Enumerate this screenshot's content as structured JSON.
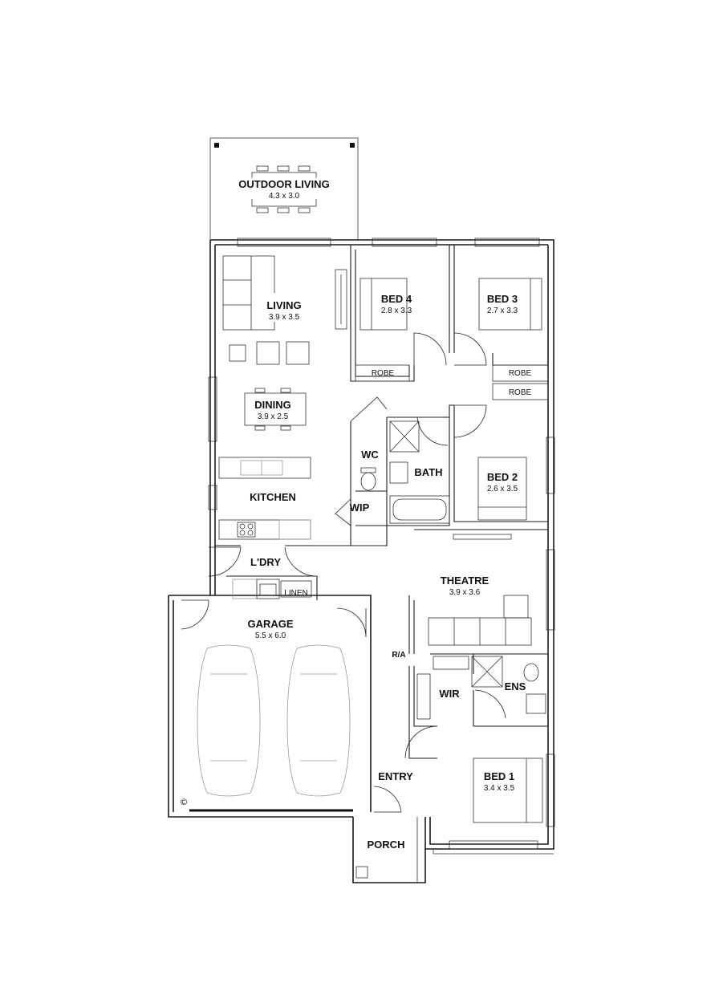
{
  "rooms": {
    "outdoor_living": {
      "name": "OUTDOOR LIVING",
      "size": "4.3 x 3.0"
    },
    "living": {
      "name": "LIVING",
      "size": "3.9 x 3.5"
    },
    "bed4": {
      "name": "BED 4",
      "size": "2.8 x 3.3"
    },
    "bed3": {
      "name": "BED 3",
      "size": "2.7 x 3.3"
    },
    "dining": {
      "name": "DINING",
      "size": "3.9 x 2.5"
    },
    "wc": {
      "name": "WC"
    },
    "bath": {
      "name": "BATH"
    },
    "bed2": {
      "name": "BED 2",
      "size": "2.6 x 3.5"
    },
    "kitchen": {
      "name": "KITCHEN"
    },
    "wip": {
      "name": "WIP"
    },
    "laundry": {
      "name": "L'DRY"
    },
    "theatre": {
      "name": "THEATRE",
      "size": "3.9 x 3.6"
    },
    "garage": {
      "name": "GARAGE",
      "size": "5.5 x 6.0"
    },
    "wir": {
      "name": "WIR"
    },
    "ens": {
      "name": "ENS"
    },
    "entry": {
      "name": "ENTRY"
    },
    "bed1": {
      "name": "BED 1",
      "size": "3.4 x 3.5"
    },
    "porch": {
      "name": "PORCH"
    }
  },
  "labels": {
    "robe_bed4": "ROBE",
    "robe_bed3": "ROBE",
    "robe_bed2": "ROBE",
    "linen": "LINEN",
    "ra": "R/A",
    "copyright": "©"
  }
}
